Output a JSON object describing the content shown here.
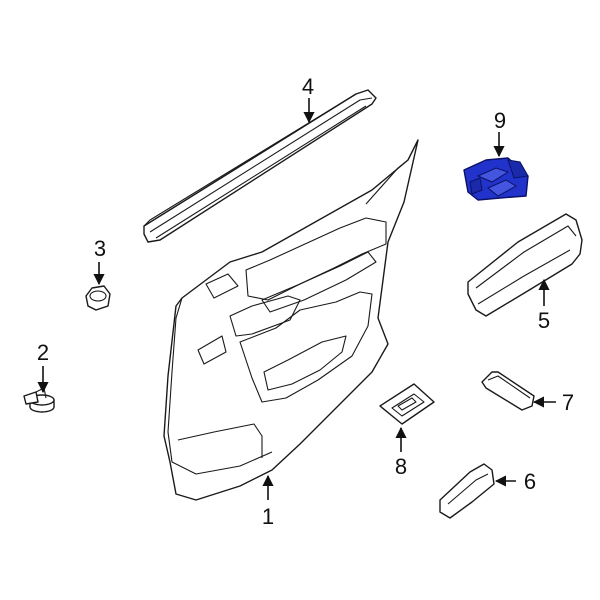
{
  "diagram": {
    "highlight_color": "#2233cc",
    "callouts": [
      {
        "id": "1",
        "part": "door-trim-panel"
      },
      {
        "id": "2",
        "part": "push-pin-clip"
      },
      {
        "id": "3",
        "part": "retainer-nut"
      },
      {
        "id": "4",
        "part": "belt-weatherstrip"
      },
      {
        "id": "5",
        "part": "armrest-pad"
      },
      {
        "id": "6",
        "part": "pull-handle-cover"
      },
      {
        "id": "7",
        "part": "trim-cover"
      },
      {
        "id": "8",
        "part": "switch-bezel"
      },
      {
        "id": "9",
        "part": "window-switch"
      }
    ]
  }
}
